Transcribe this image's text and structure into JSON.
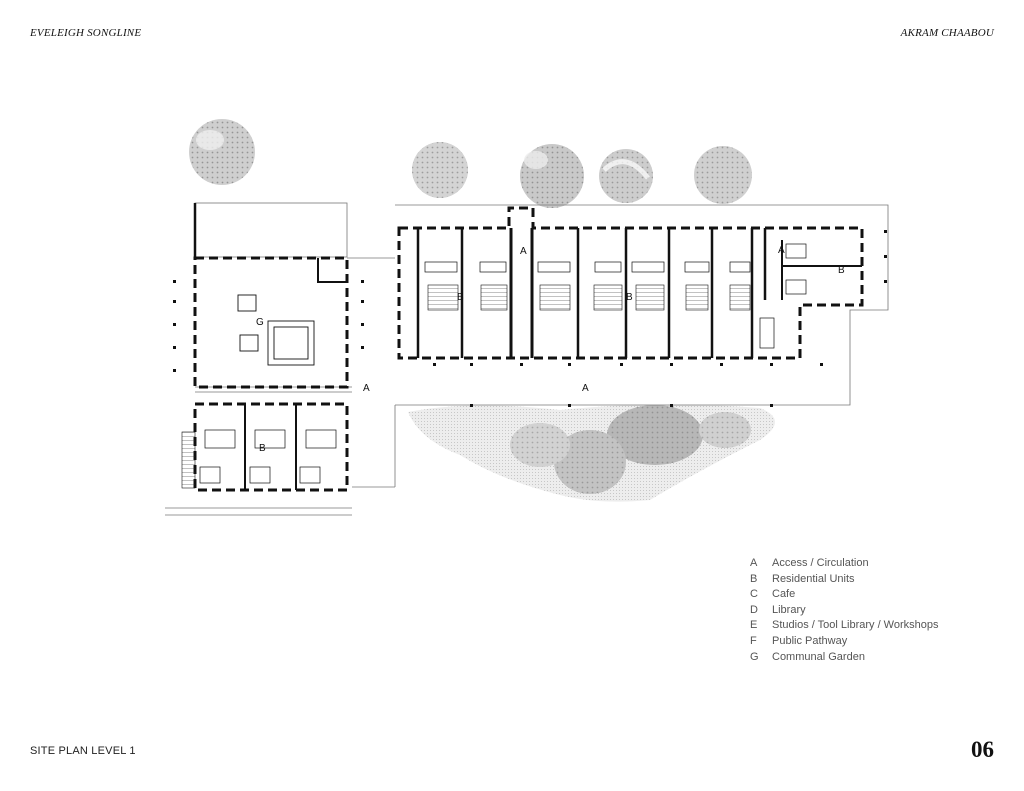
{
  "header": {
    "project_title": "EVELEIGH SONGLINE",
    "author": "AKRAM CHAABOU"
  },
  "footer": {
    "sheet_title": "SITE PLAN LEVEL 1",
    "page_number": "06"
  },
  "plan_labels": {
    "north_entry": "A",
    "west_circulation": "A",
    "central_circulation": "A",
    "east_entry": "A",
    "garden": "G",
    "units_west": "B",
    "units_center": "B",
    "units_east": "B",
    "units_lower_left": "B"
  },
  "legend": [
    {
      "key": "A",
      "label": "Access / Circulation"
    },
    {
      "key": "B",
      "label": "Residential Units"
    },
    {
      "key": "C",
      "label": "Cafe"
    },
    {
      "key": "D",
      "label": "Library"
    },
    {
      "key": "E",
      "label": "Studios / Tool Library / Workshops"
    },
    {
      "key": "F",
      "label": "Public Pathway"
    },
    {
      "key": "G",
      "label": "Communal Garden"
    }
  ],
  "colors": {
    "wall": "#111111",
    "tree_fill": "#c8c8c8",
    "tree_dark": "#9a9a9a",
    "text": "#222222"
  },
  "icons": [
    "tree-canopy-icon"
  ]
}
